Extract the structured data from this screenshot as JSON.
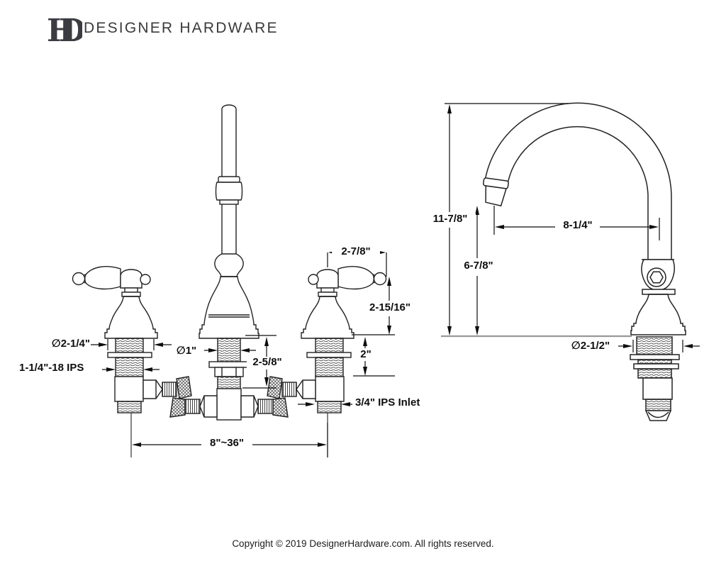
{
  "header": {
    "brand": "DESIGNER HARDWARE",
    "monogram_h": "H",
    "monogram_d": "D"
  },
  "front_view": {
    "handle_width": "2-7/8\"",
    "handle_height": "2-15/16\"",
    "deck_thickness": "2\"",
    "escutcheon_diameter": "∅2-1/4\"",
    "shank_thread": "1-1/4\"-18 IPS",
    "spout_shank_diameter": "∅1\"",
    "shank_length": "2-5/8\"",
    "inlet_label": "3/4\" IPS Inlet",
    "spread": "8\"~36\""
  },
  "side_view": {
    "spout_height": "11-7/8\"",
    "spout_clearance": "6-7/8\"",
    "spout_reach": "8-1/4\"",
    "shank_diameter": "∅2-1/2\""
  },
  "footer": {
    "copyright": "Copyright © 2019 DesignerHardware.com. All rights reserved."
  }
}
